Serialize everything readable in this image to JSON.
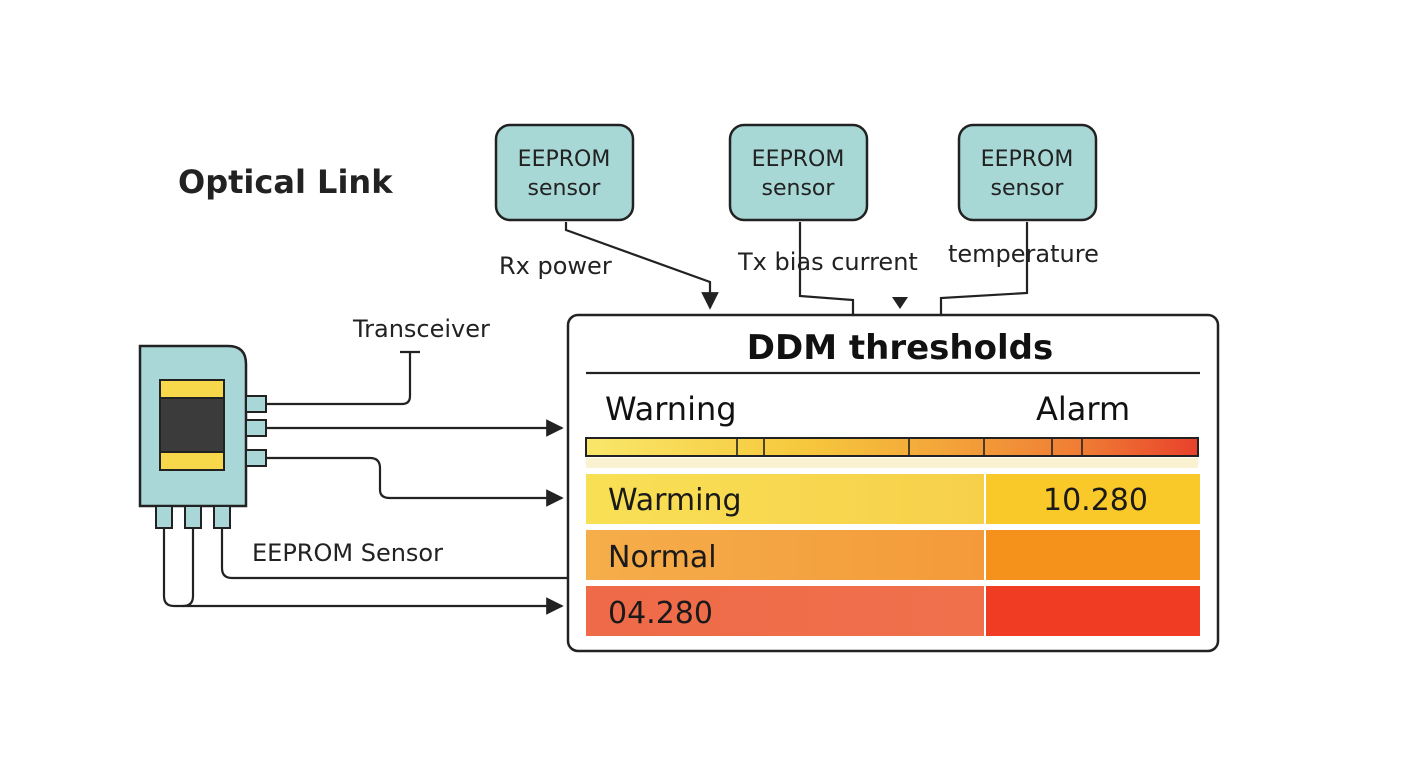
{
  "title": "Optical Link",
  "sensors": [
    {
      "line1": "EEPROM",
      "line2": "sensor",
      "metric": "Rx power"
    },
    {
      "line1": "EEPROM",
      "line2": "sensor",
      "metric": "Tx bias current"
    },
    {
      "line1": "EEPROM",
      "line2": "sensor",
      "metric": "temperature"
    }
  ],
  "transceiver_label": "Transceiver",
  "eeprom_label": "EEPROM Sensor",
  "panel": {
    "title": "DDM thresholds",
    "warning_header": "Warning",
    "alarm_header": "Alarm",
    "rows": [
      {
        "label": "Warming",
        "value": "10.280"
      },
      {
        "label": "Normal",
        "value": ""
      },
      {
        "label": "04.280",
        "value": ""
      }
    ]
  },
  "colors": {
    "sensor_fill": "#a8d8d6",
    "device_fill": "#a9d6d6",
    "yellow": "#f7d84a",
    "orange": "#f5a542",
    "red": "#ef5a3c"
  }
}
